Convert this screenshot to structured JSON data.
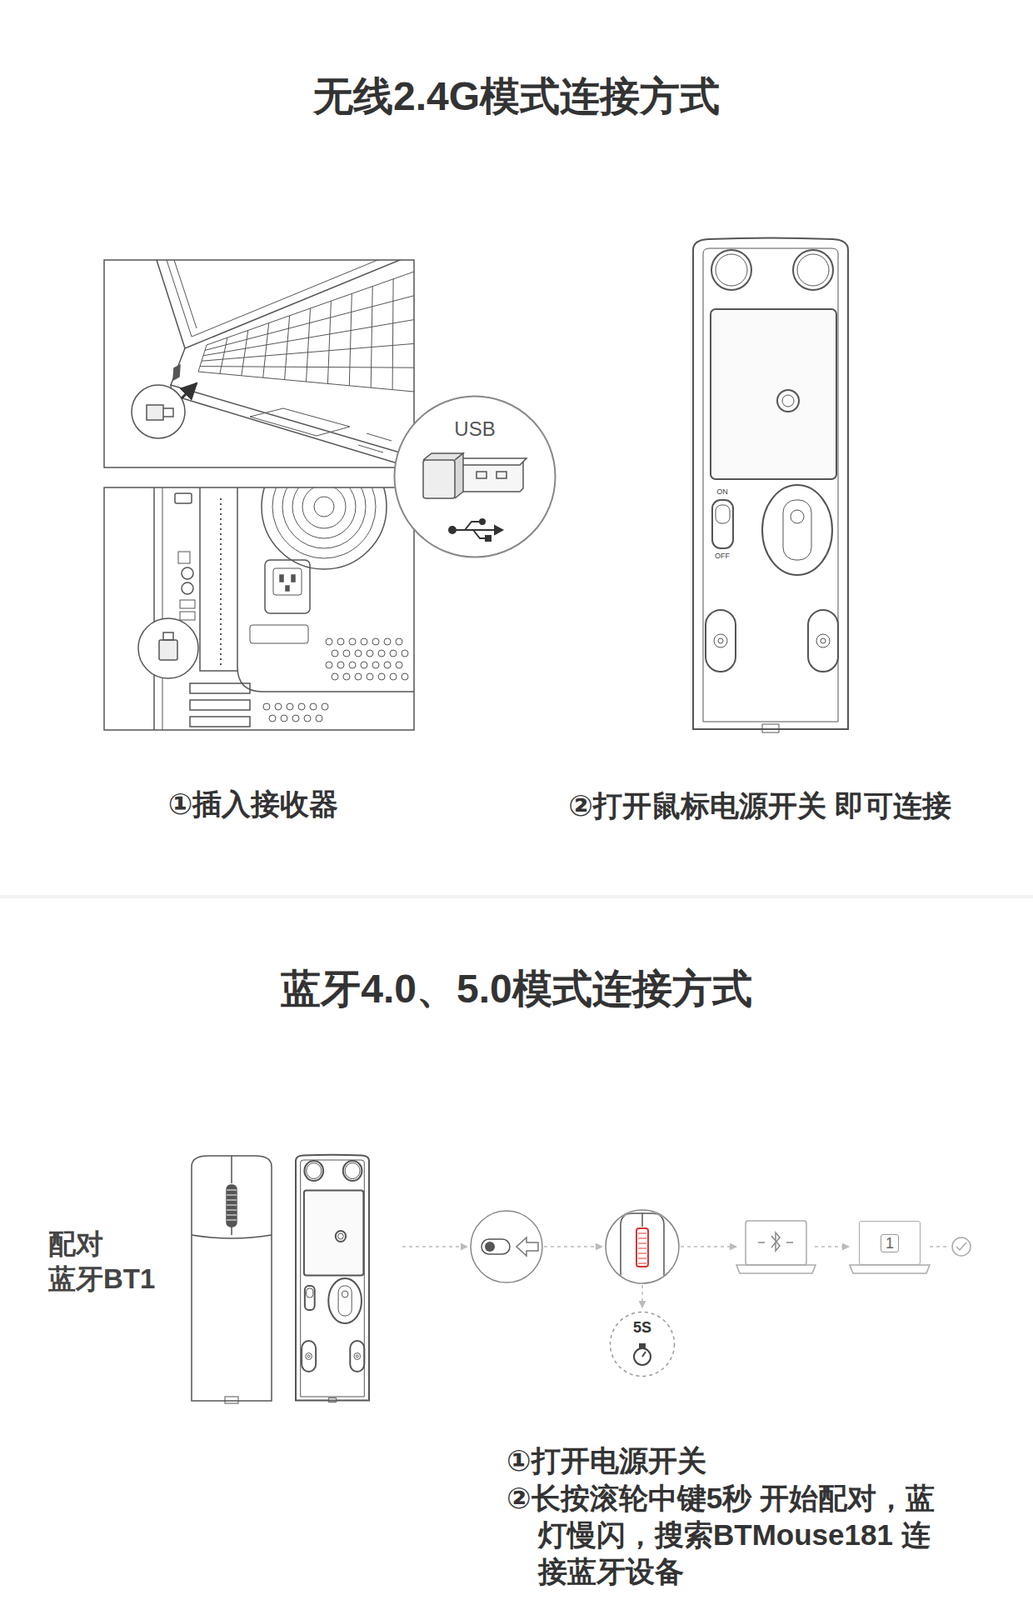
{
  "diagram": {
    "title": "无线2.4G模式连接方式",
    "nodes": [
      {
        "text": [
          "USB"
        ]
      },
      {
        "text": [
          "5S"
        ]
      },
      {
        "text": [
          "1"
        ]
      }
    ],
    "labels": [
      "蓝牙4.0、5.0模式连接方式",
      "①插入接收器",
      "②打开鼠标电源开关 即可连接",
      "ON",
      "OFF",
      "配对 蓝牙BT1",
      "①打开电源开关",
      "②长按滚轮中键5秒 开始配对，蓝灯慢闪，搜索BTMouse181 连接蓝牙设备"
    ]
  }
}
